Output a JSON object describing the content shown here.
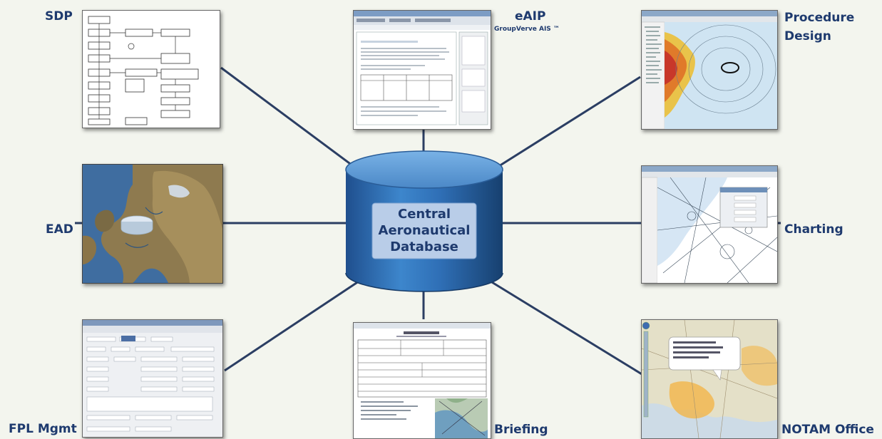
{
  "diagram": {
    "center": {
      "line1": "Central",
      "line2": "Aeronautical",
      "line3": "Database"
    },
    "nodes": {
      "sdp": {
        "label": "SDP"
      },
      "eaip": {
        "label": "eAIP",
        "sublabel": "GroupVerve AIS ™"
      },
      "procedure_design": {
        "line1": "Procedure",
        "line2": "Design"
      },
      "ead": {
        "label": "EAD"
      },
      "charting": {
        "label": "Charting"
      },
      "fpl": {
        "label": "FPL Mgmt"
      },
      "briefing": {
        "label": "Briefing"
      },
      "notam": {
        "label": "NOTAM Office"
      }
    }
  },
  "colors": {
    "background": "#f3f5ee",
    "label": "#1e3a6e",
    "connector": "#2b3e63",
    "cylinder_body": "#2f6fb6",
    "cylinder_top": "#5d9bd8",
    "center_label_box": "#b9cde8"
  }
}
